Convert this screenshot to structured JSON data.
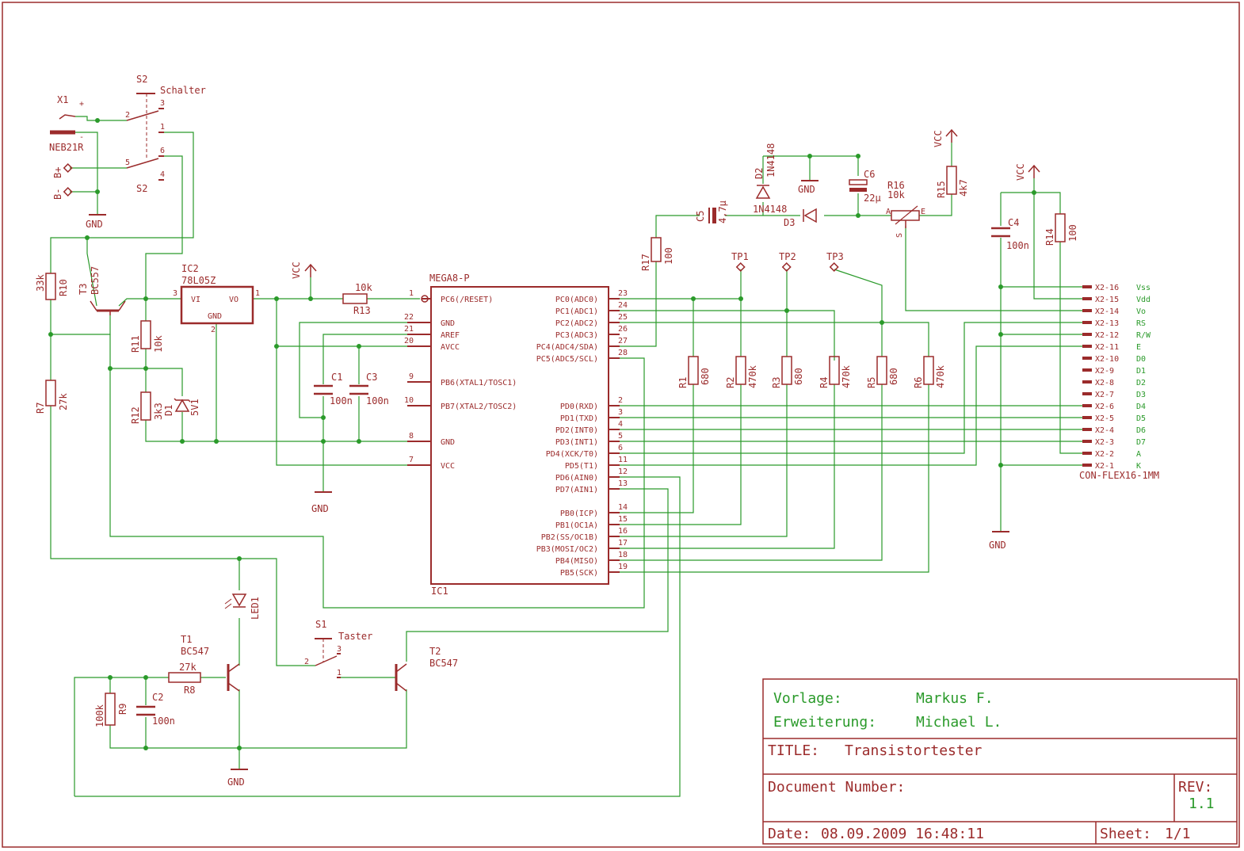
{
  "parts": {
    "X1": "X1",
    "NEB21R": "NEB21R",
    "S2": "S2",
    "Schalter": "Schalter",
    "Bplus": "B+",
    "Bminus": "B-",
    "IC2": "IC2",
    "IC2val": "78L05Z",
    "VI": "VI",
    "VO": "VO",
    "IC2gnd": "GND",
    "T3": "T3",
    "T3val": "BC557",
    "R10": "R10",
    "R10val": "33k",
    "R11": "R11",
    "R11val": "10k",
    "R12": "R12",
    "R12val": "3k3",
    "D1": "D1",
    "D1val": "5V1",
    "R7": "R7",
    "R7val": "27k",
    "R13": "R13",
    "R13val": "10k",
    "C1": "C1",
    "C1val": "100n",
    "C3": "C3",
    "C3val": "100n",
    "IC1val": "MEGA8-P",
    "IC1": "IC1",
    "R17": "R17",
    "R17val": "100",
    "C5": "C5",
    "C5val": "4,7µ",
    "D2": "D2",
    "D2val": "1N4148",
    "D3": "D3",
    "D3val": "1N4148",
    "C6": "C6",
    "C6val": "22µ",
    "R16": "R16",
    "R16val": "10k",
    "R16A": "A",
    "R16E": "E",
    "R16S": "S",
    "R15": "R15",
    "R15val": "4k7",
    "C4": "C4",
    "C4val": "100n",
    "R14": "R14",
    "R14val": "100",
    "TP1": "TP1",
    "TP2": "TP2",
    "TP3": "TP3",
    "R1": "R1",
    "R1val": "680",
    "R2": "R2",
    "R2val": "470k",
    "R3": "R3",
    "R3val": "680",
    "R4": "R4",
    "R4val": "470k",
    "R5": "R5",
    "R5val": "680",
    "R6": "R6",
    "R6val": "470k",
    "LED1": "LED1",
    "T1": "T1",
    "T1val": "BC547",
    "T2": "T2",
    "T2val": "BC547",
    "R8": "R8",
    "R8val": "27k",
    "R9": "R9",
    "R9val": "100k",
    "C2": "C2",
    "C2val": "100n",
    "S1": "S1",
    "Taster": "Taster",
    "CONval": "CON-FLEX16-1MM",
    "GND": "GND",
    "VCC": "VCC"
  },
  "ic1_left": [
    {
      "num": "1",
      "name": "PC6(/RESET)"
    },
    {
      "num": "22",
      "name": "GND"
    },
    {
      "num": "21",
      "name": "AREF"
    },
    {
      "num": "20",
      "name": "AVCC"
    },
    {
      "num": "9",
      "name": "PB6(XTAL1/TOSC1)"
    },
    {
      "num": "10",
      "name": "PB7(XTAL2/TOSC2)"
    },
    {
      "num": "8",
      "name": "GND"
    },
    {
      "num": "7",
      "name": "VCC"
    }
  ],
  "ic1_right": [
    {
      "num": "23",
      "name": "PC0(ADC0)"
    },
    {
      "num": "24",
      "name": "PC1(ADC1)"
    },
    {
      "num": "25",
      "name": "PC2(ADC2)"
    },
    {
      "num": "26",
      "name": "PC3(ADC3)"
    },
    {
      "num": "27",
      "name": "PC4(ADC4/SDA)"
    },
    {
      "num": "28",
      "name": "PC5(ADC5/SCL)"
    },
    {
      "num": "2",
      "name": "PD0(RXD)"
    },
    {
      "num": "3",
      "name": "PD1(TXD)"
    },
    {
      "num": "4",
      "name": "PD2(INT0)"
    },
    {
      "num": "5",
      "name": "PD3(INT1)"
    },
    {
      "num": "6",
      "name": "PD4(XCK/T0)"
    },
    {
      "num": "11",
      "name": "PD5(T1)"
    },
    {
      "num": "12",
      "name": "PD6(AIN0)"
    },
    {
      "num": "13",
      "name": "PD7(AIN1)"
    },
    {
      "num": "14",
      "name": "PB0(ICP)"
    },
    {
      "num": "15",
      "name": "PB1(OC1A)"
    },
    {
      "num": "16",
      "name": "PB2(SS/OC1B)"
    },
    {
      "num": "17",
      "name": "PB3(MOSI/OC2)"
    },
    {
      "num": "18",
      "name": "PB4(MISO)"
    },
    {
      "num": "19",
      "name": "PB5(SCK)"
    }
  ],
  "connector": [
    {
      "pin": "X2-16",
      "sig": "Vss"
    },
    {
      "pin": "X2-15",
      "sig": "Vdd"
    },
    {
      "pin": "X2-14",
      "sig": "Vo"
    },
    {
      "pin": "X2-13",
      "sig": "RS"
    },
    {
      "pin": "X2-12",
      "sig": "R/W"
    },
    {
      "pin": "X2-11",
      "sig": "E"
    },
    {
      "pin": "X2-10",
      "sig": "D0"
    },
    {
      "pin": "X2-9",
      "sig": "D1"
    },
    {
      "pin": "X2-8",
      "sig": "D2"
    },
    {
      "pin": "X2-7",
      "sig": "D3"
    },
    {
      "pin": "X2-6",
      "sig": "D4"
    },
    {
      "pin": "X2-5",
      "sig": "D5"
    },
    {
      "pin": "X2-4",
      "sig": "D6"
    },
    {
      "pin": "X2-3",
      "sig": "D7"
    },
    {
      "pin": "X2-2",
      "sig": "A"
    },
    {
      "pin": "X2-1",
      "sig": "K"
    }
  ],
  "switch_pins": {
    "s2a_2": "2",
    "s2a_3": "3",
    "s2a_1": "1",
    "s2b_5": "5",
    "s2b_6": "6",
    "s2b_4": "4",
    "s1_2": "2",
    "s1_3": "3",
    "s1_1": "1",
    "ic2_3": "3",
    "ic2_1": "1",
    "ic2_2": "2",
    "x1_plus": "+",
    "x1_minus": "-"
  },
  "titleblock": {
    "vorlage_label": "Vorlage:",
    "vorlage_value": "Markus F.",
    "erweiterung_label": "Erweiterung:",
    "erweiterung_value": "Michael L.",
    "title_label": "TITLE:",
    "title_value": "Transistortester",
    "docnum_label": "Document Number:",
    "rev_label": "REV:",
    "rev_value": "1.1",
    "date_label": "Date:",
    "date_value": "08.09.2009 16:48:11",
    "sheet_label": "Sheet:",
    "sheet_value": "1/1"
  },
  "colors": {
    "wire": "#2a9a2a",
    "component": "#9b2b2b",
    "background": "#ffffff"
  }
}
